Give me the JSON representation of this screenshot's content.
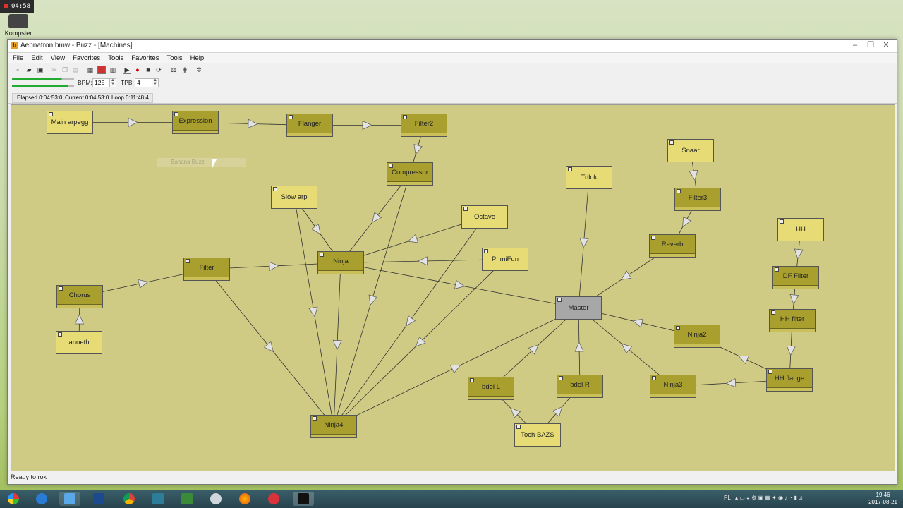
{
  "desktop": {
    "rec_time": "04:58",
    "icon_label": "Kompster"
  },
  "window": {
    "title": "Aehnatron.bmw - Buzz - [Machines]",
    "menu": [
      "File",
      "Edit",
      "View",
      "Favorites",
      "Tools",
      "Favorites",
      "Tools",
      "Help"
    ]
  },
  "transport": {
    "bpm_label": "BPM:",
    "bpm_value": "125",
    "tpb_label": "TPB:",
    "tpb_value": "4",
    "elapsed": "Elapsed 0:04:53:0",
    "current": "Current 0:04:53:0",
    "loop": "Loop 0:11:48:4"
  },
  "canvas": {
    "ghost_label": "Banana Buzz",
    "colors": {
      "generator": "#e6db75",
      "effect": "#a89f2e",
      "master": "#a7a7a7",
      "background": "#d0cb84"
    },
    "machines": [
      {
        "id": "main_arpegg",
        "label": "Main arpegg",
        "kind": "generator"
      },
      {
        "id": "expression",
        "label": "Expression",
        "kind": "effect"
      },
      {
        "id": "flanger",
        "label": "Flanger",
        "kind": "effect"
      },
      {
        "id": "filter2",
        "label": "Filter2",
        "kind": "effect"
      },
      {
        "id": "compressor",
        "label": "Compressor",
        "kind": "effect"
      },
      {
        "id": "slow_arp",
        "label": "Slow arp",
        "kind": "generator"
      },
      {
        "id": "octave",
        "label": "Octave",
        "kind": "generator"
      },
      {
        "id": "ninja",
        "label": "Ninja",
        "kind": "effect"
      },
      {
        "id": "primifun",
        "label": "PrimiFun",
        "kind": "generator"
      },
      {
        "id": "filter",
        "label": "Filter",
        "kind": "effect"
      },
      {
        "id": "chorus",
        "label": "Chorus",
        "kind": "effect"
      },
      {
        "id": "anoeth",
        "label": "anoeth",
        "kind": "generator"
      },
      {
        "id": "trilok",
        "label": "Trilok",
        "kind": "generator"
      },
      {
        "id": "snaar",
        "label": "Snaar",
        "kind": "generator"
      },
      {
        "id": "filter3",
        "label": "Filter3",
        "kind": "effect"
      },
      {
        "id": "reverb",
        "label": "Reverb",
        "kind": "effect"
      },
      {
        "id": "hh",
        "label": "HH",
        "kind": "generator"
      },
      {
        "id": "df_filter",
        "label": "DF Filter",
        "kind": "effect"
      },
      {
        "id": "hh_filter",
        "label": "HH filter",
        "kind": "effect"
      },
      {
        "id": "master",
        "label": "Master",
        "kind": "master"
      },
      {
        "id": "ninja2",
        "label": "Ninja2",
        "kind": "effect"
      },
      {
        "id": "hh_flange",
        "label": "HH flange",
        "kind": "effect"
      },
      {
        "id": "ninja3",
        "label": "Ninja3",
        "kind": "effect"
      },
      {
        "id": "bdel_l",
        "label": "bdel L",
        "kind": "effect"
      },
      {
        "id": "bdel_r",
        "label": "bdel R",
        "kind": "effect"
      },
      {
        "id": "toch_bazs",
        "label": "Toch BAZS",
        "kind": "generator"
      },
      {
        "id": "ninja4",
        "label": "Ninja4",
        "kind": "effect"
      }
    ],
    "connections": [
      [
        "main_arpegg",
        "expression"
      ],
      [
        "expression",
        "flanger"
      ],
      [
        "flanger",
        "filter2"
      ],
      [
        "filter2",
        "compressor"
      ],
      [
        "compressor",
        "ninja"
      ],
      [
        "compressor",
        "ninja4"
      ],
      [
        "slow_arp",
        "ninja"
      ],
      [
        "slow_arp",
        "ninja4"
      ],
      [
        "octave",
        "ninja"
      ],
      [
        "octave",
        "ninja4"
      ],
      [
        "primifun",
        "ninja"
      ],
      [
        "primifun",
        "ninja4"
      ],
      [
        "filter",
        "ninja"
      ],
      [
        "filter",
        "ninja4"
      ],
      [
        "chorus",
        "filter"
      ],
      [
        "anoeth",
        "chorus"
      ],
      [
        "ninja",
        "master"
      ],
      [
        "ninja",
        "ninja4"
      ],
      [
        "ninja4",
        "master"
      ],
      [
        "trilok",
        "master"
      ],
      [
        "snaar",
        "filter3"
      ],
      [
        "filter3",
        "reverb"
      ],
      [
        "reverb",
        "master"
      ],
      [
        "hh",
        "df_filter"
      ],
      [
        "df_filter",
        "hh_filter"
      ],
      [
        "hh_filter",
        "hh_flange"
      ],
      [
        "hh_flange",
        "ninja2"
      ],
      [
        "hh_flange",
        "ninja3"
      ],
      [
        "ninja2",
        "master"
      ],
      [
        "ninja3",
        "master"
      ],
      [
        "bdel_l",
        "master"
      ],
      [
        "bdel_r",
        "master"
      ],
      [
        "toch_bazs",
        "bdel_l"
      ],
      [
        "toch_bazs",
        "bdel_r"
      ]
    ]
  },
  "status": "Ready to rok",
  "taskbar": {
    "lang": "PL",
    "time": "19:46",
    "date": "2017-08-21"
  }
}
